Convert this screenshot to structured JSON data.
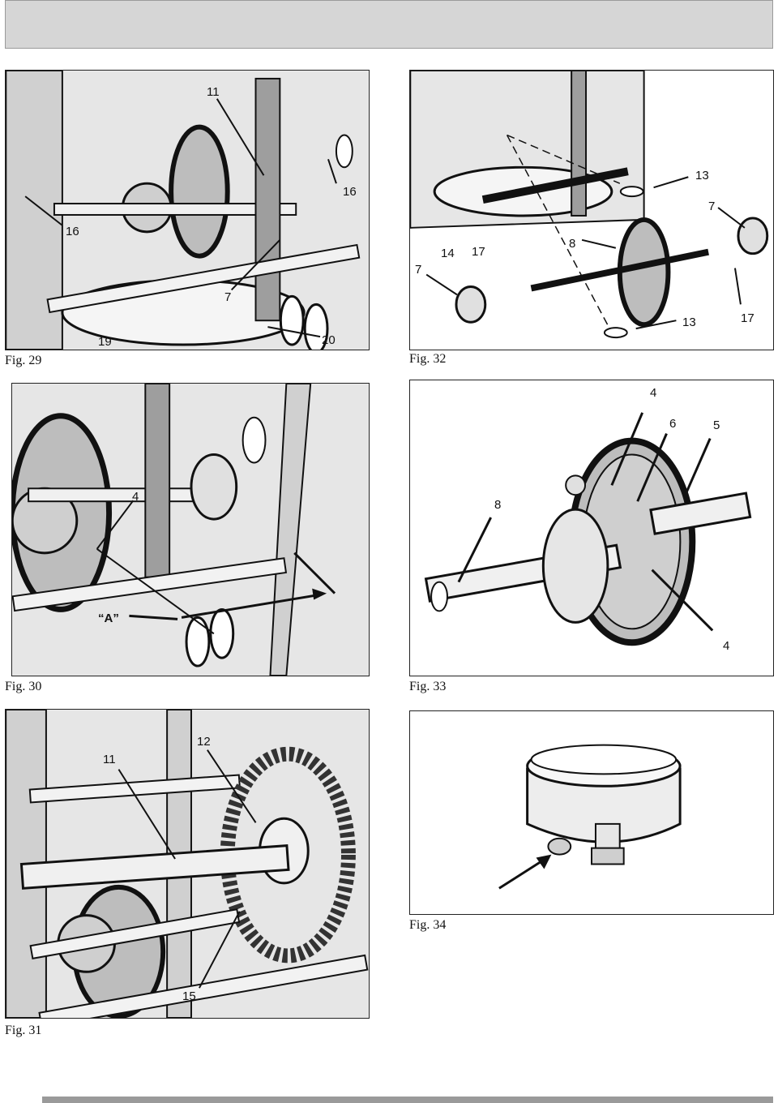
{
  "captions": {
    "fig29": "Fig. 29",
    "fig30": "Fig. 30",
    "fig31": "Fig. 31",
    "fig32": "Fig. 32",
    "fig33": "Fig. 33",
    "fig34": "Fig. 34"
  },
  "fig29": {
    "labels": [
      "11",
      "16",
      "16",
      "7",
      "19",
      "20"
    ]
  },
  "fig30": {
    "labels": [
      "4",
      "“A”"
    ]
  },
  "fig31": {
    "labels": [
      "11",
      "12",
      "15"
    ]
  },
  "fig32": {
    "labels": [
      "13",
      "7",
      "14",
      "17",
      "8",
      "7",
      "13",
      "17"
    ]
  },
  "fig33": {
    "labels": [
      "4",
      "6",
      "5",
      "8",
      "4"
    ]
  },
  "fig34": {
    "labels": []
  },
  "colors": {
    "line": "#111111",
    "shade": "#bdbdbd",
    "light": "#e6e6e6",
    "header": "#d6d6d6"
  }
}
